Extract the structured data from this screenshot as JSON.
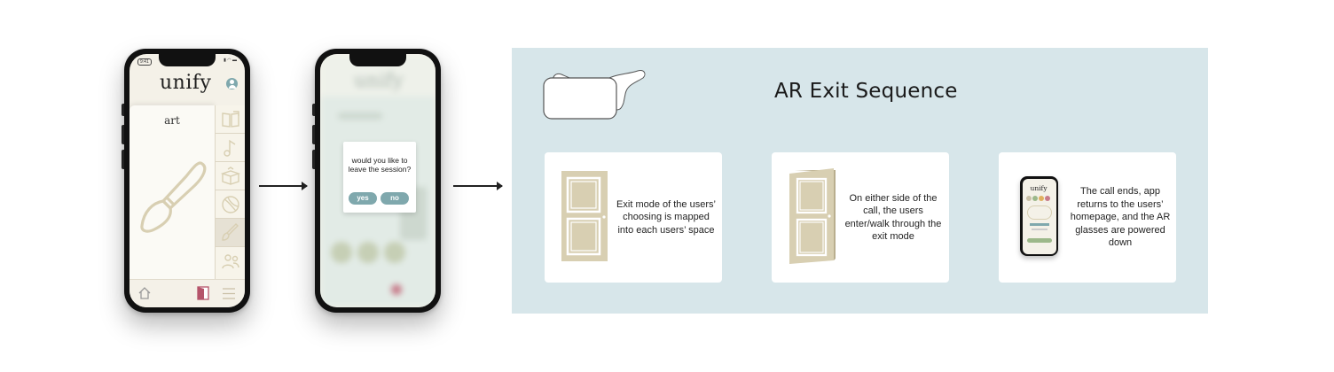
{
  "phone1": {
    "status_time": "9:41",
    "app_title": "unify",
    "card_label": "art",
    "rail_icons": [
      "book-icon",
      "music-note-icon",
      "box-icon",
      "ball-icon",
      "paintbrush-icon",
      "people-icon"
    ],
    "nav_icons": [
      "home-icon",
      "exit-door-icon",
      "menu-icon"
    ]
  },
  "phone2": {
    "dialog_text": "would you like to leave the session?",
    "yes_label": "yes",
    "no_label": "no",
    "blurred_title": "unify"
  },
  "ar_panel": {
    "title": "AR Exit Sequence",
    "steps": [
      {
        "text": "Exit mode of the users’ choosing is mapped into each users’ space",
        "icon": "closed-door-icon"
      },
      {
        "text": "On either side of the call, the users enter/walk through the exit mode",
        "icon": "open-door-icon"
      },
      {
        "text": "The call ends, app returns to the users’ homepage, and the AR glasses are powered down",
        "icon": "phone-homepage-icon"
      }
    ],
    "mini_phone_title": "unify"
  },
  "colors": {
    "accent_teal": "#7fa8ad",
    "cream": "#f4f1e8",
    "icon_beige": "#d8cfb2",
    "exit_pink": "#b5546a",
    "panel_blue": "#d7e6ea"
  }
}
